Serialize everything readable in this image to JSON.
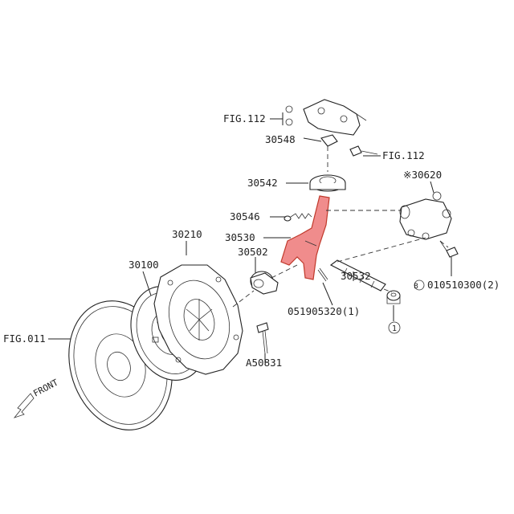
{
  "diagram": {
    "highlight_color": "#f08c8c",
    "labels": {
      "fig112_top": "FIG.112",
      "p30548": "30548",
      "fig112_right": "FIG.112",
      "p30620": "※30620",
      "p30542": "30542",
      "p30546": "30546",
      "p30530": "30530",
      "p30210": "30210",
      "p30502": "30502",
      "p30100": "30100",
      "b_label": "010510300(2)",
      "b_marker": "B",
      "p30532": "30532",
      "p051905320": "051905320(1)",
      "circle1": "1",
      "fig011": "FIG.011",
      "a50831": "A50831",
      "front": "FRONT"
    }
  }
}
